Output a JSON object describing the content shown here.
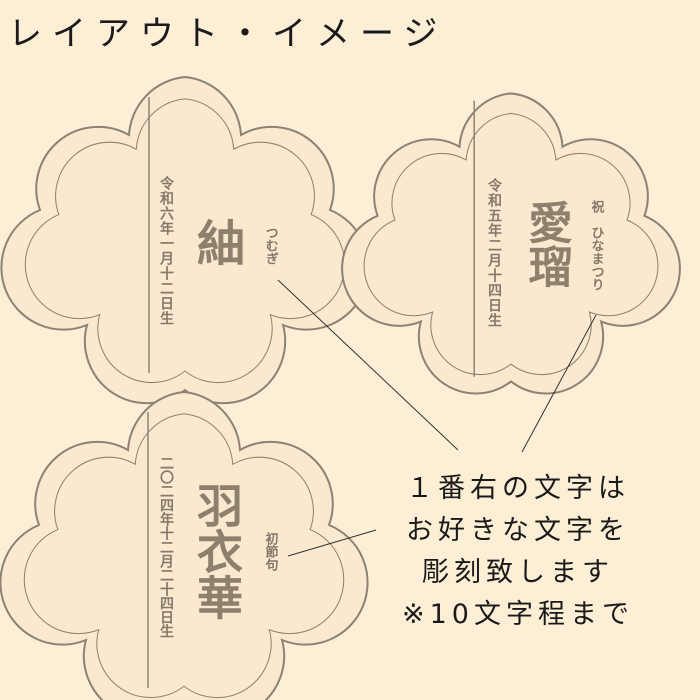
{
  "heading": "レイアウト・イメージ",
  "plaques": [
    {
      "date": "令和六年一月十二日生",
      "name": "紬",
      "label": "つむぎ"
    },
    {
      "date": "令和五年二月十四日生",
      "name": "愛瑠",
      "label": "祝　ひなまつり"
    },
    {
      "date": "二〇二四年十二月二十四日生",
      "name": "羽衣華",
      "label": "初節句"
    }
  ],
  "note": {
    "line1": "１番右の文字は",
    "line2": "お好きな文字を",
    "line3": "彫刻致します",
    "line4": "※10文字程まで"
  },
  "colors": {
    "background": "#fcefd6",
    "plaque_fill": "#fbe9cf",
    "plaque_outline": "#8d8273",
    "engraving": "#8f7f6d"
  }
}
